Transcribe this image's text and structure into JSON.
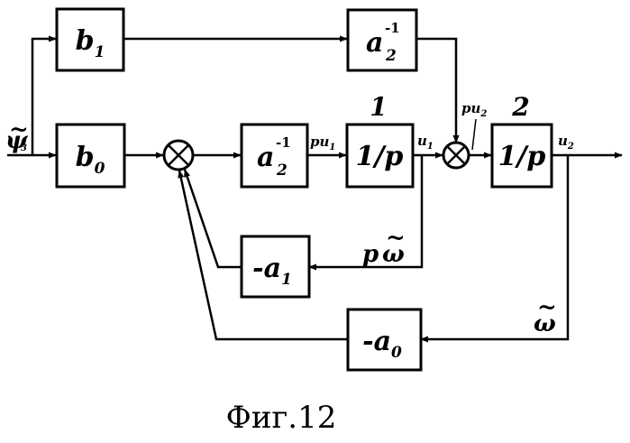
{
  "blocks": {
    "b1": {
      "main": "b",
      "sub": "1"
    },
    "b0": {
      "main": "b",
      "sub": "0"
    },
    "a2inv_top": {
      "main": "a",
      "sub": "2",
      "sup": "-1"
    },
    "a2inv_mid": {
      "main": "a",
      "sub": "2",
      "sup": "-1"
    },
    "int1": {
      "label": "1/p"
    },
    "int2": {
      "label": "1/p"
    },
    "neg_a1": {
      "main": "-a",
      "sub": "1"
    },
    "neg_a0": {
      "main": "-a",
      "sub": "0"
    }
  },
  "block_numbers": {
    "first": "1",
    "second": "2"
  },
  "signals": {
    "input": {
      "main": "ψ",
      "sub": "3",
      "accent": "~"
    },
    "pu1": {
      "main": "pu",
      "sub": "1"
    },
    "u1": {
      "main": "u",
      "sub": "1"
    },
    "pu2": {
      "main": "pu",
      "sub": "2"
    },
    "u2": {
      "main": "u",
      "sub": "2"
    },
    "p_omega": {
      "p": "p",
      "main": "ω",
      "accent": "~"
    },
    "omega": {
      "main": "ω",
      "accent": "~"
    }
  },
  "caption": "Фиг.12"
}
